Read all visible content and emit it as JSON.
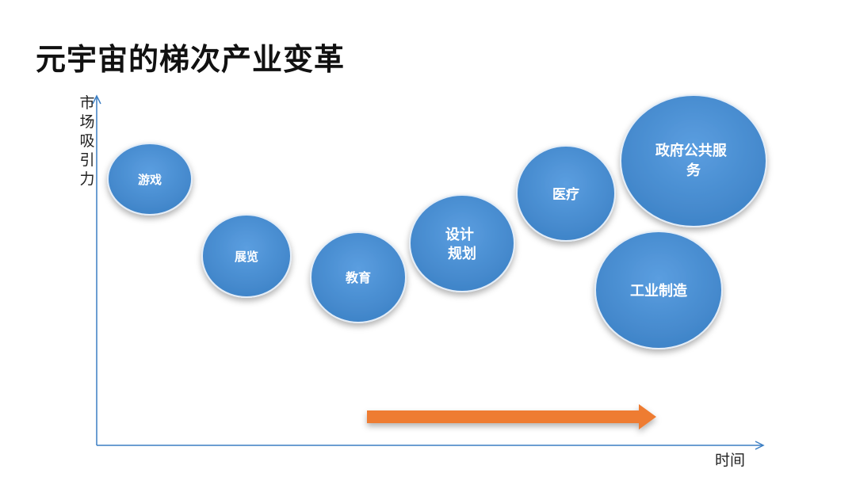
{
  "title": "元宇宙的梯次产业变革",
  "y_axis_label": "市场吸引力",
  "x_axis_label": "时间",
  "colors": {
    "bubble_fill": "#4a8fd2",
    "bubble_stroke": "#e4edf7",
    "axis": "#3c7fc4",
    "arrow": "#ee7b30"
  },
  "bubbles": [
    {
      "lines": [
        "游戏"
      ]
    },
    {
      "lines": [
        "展览"
      ]
    },
    {
      "lines": [
        "教育"
      ]
    },
    {
      "lines": [
        "设计",
        "规划"
      ]
    },
    {
      "lines": [
        "医疗"
      ]
    },
    {
      "lines": [
        "政府公共服",
        "务"
      ]
    },
    {
      "lines": [
        "工业制造"
      ]
    }
  ]
}
